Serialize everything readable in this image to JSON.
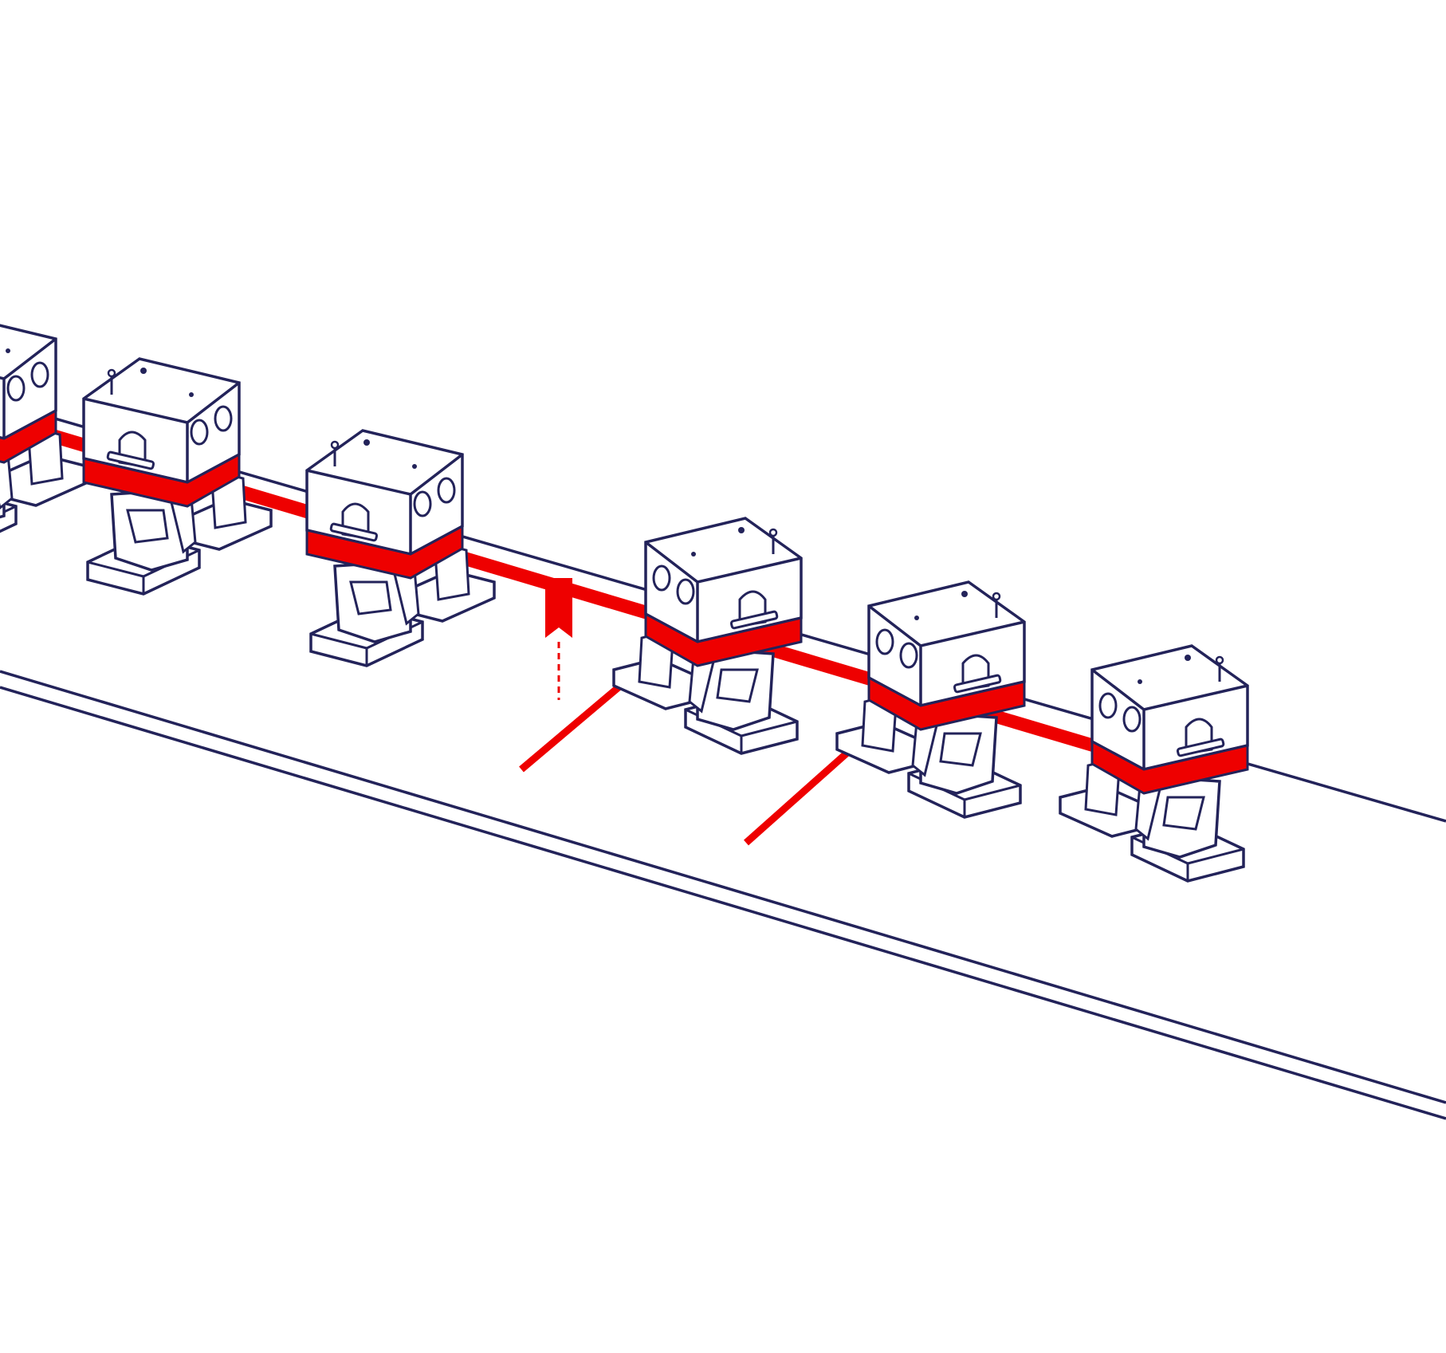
{
  "colors": {
    "background": "#ffffff",
    "outline": "#23235a",
    "accent": "#ee0000"
  },
  "robots": [
    {
      "name": "robot-1",
      "facing": "right",
      "partial": true
    },
    {
      "name": "robot-2",
      "facing": "right"
    },
    {
      "name": "robot-3",
      "facing": "right"
    },
    {
      "name": "robot-4",
      "facing": "left"
    },
    {
      "name": "robot-5",
      "facing": "left"
    },
    {
      "name": "robot-6",
      "facing": "left"
    }
  ],
  "markers": [
    {
      "name": "insertion-arrow",
      "style": "dashed"
    }
  ]
}
